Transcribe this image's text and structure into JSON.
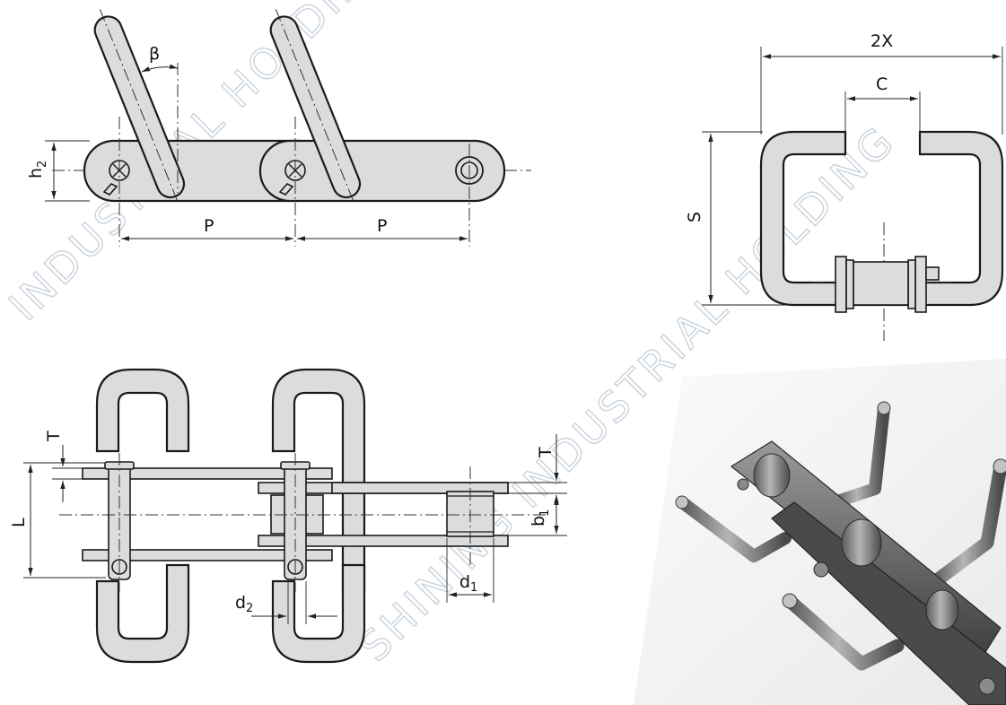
{
  "watermark": {
    "text_1": "INDUSTRIAL HOLDING CO., LTD",
    "text_2": "SHINING INDUSTRIAL HOLDING"
  },
  "labels": {
    "side_view": {
      "beta": "β",
      "h": "h",
      "h_sub": "2",
      "pitch_1": "P",
      "pitch_2": "P"
    },
    "end_view": {
      "width": "2X",
      "gap": "C",
      "height": "S"
    },
    "plan_view": {
      "thickness_left": "T",
      "thickness_right": "T",
      "length": "L",
      "b": "b",
      "b_sub": "1",
      "d1": "d",
      "d1_sub": "1",
      "d2": "d",
      "d2_sub": "2"
    }
  },
  "colors": {
    "part_fill": "#dcdcdc",
    "outline": "#1a1a1a",
    "watermark": "#b8c4d0"
  }
}
